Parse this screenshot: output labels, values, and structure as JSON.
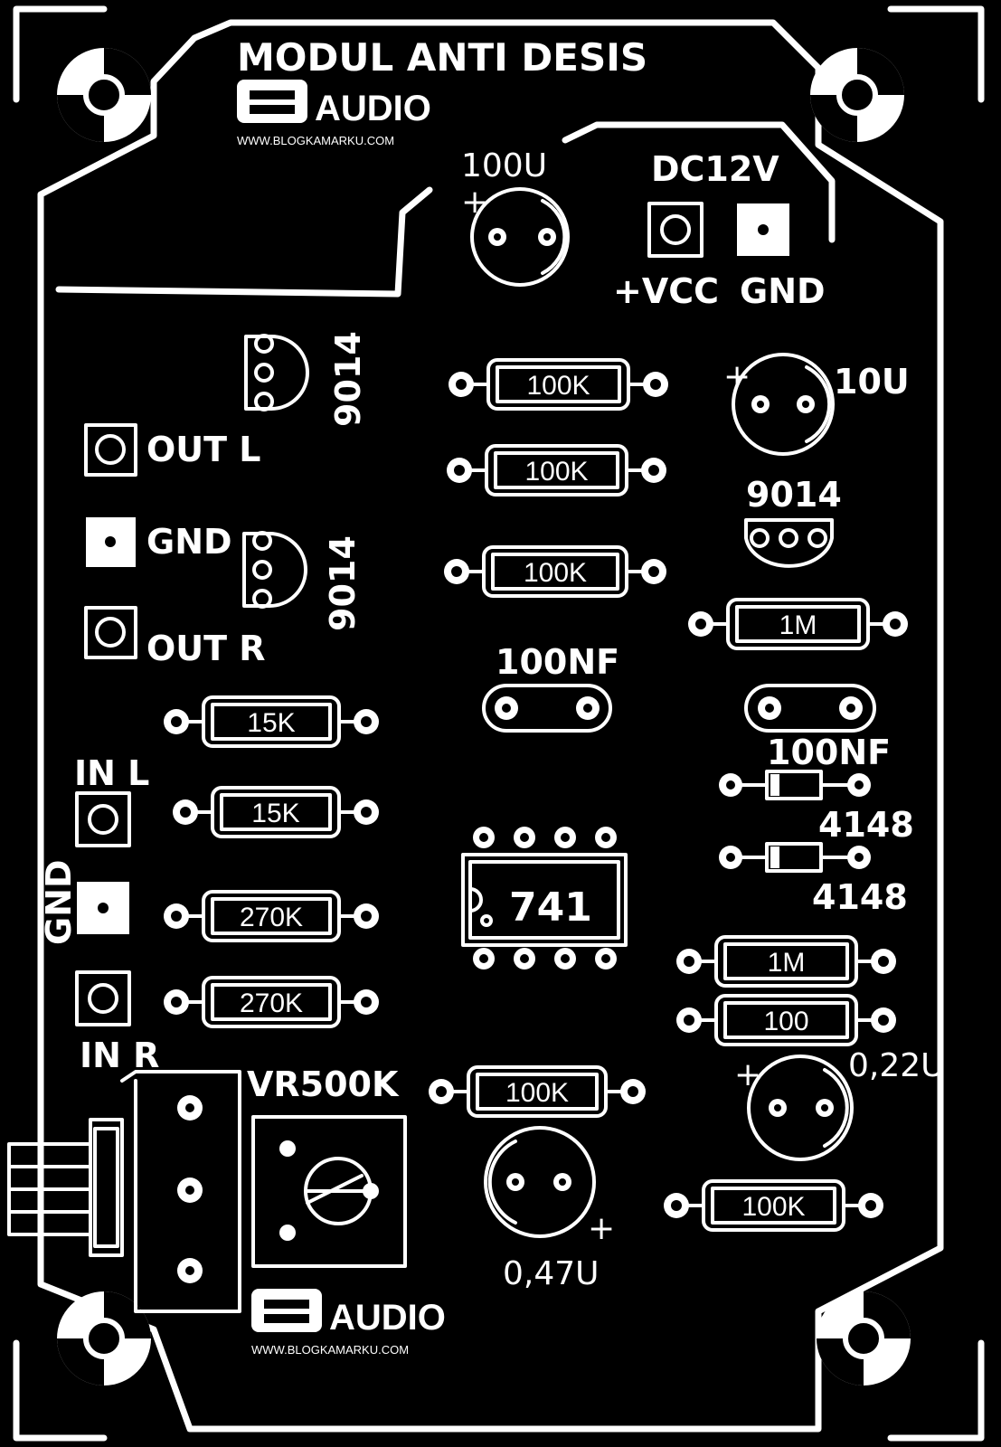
{
  "board": {
    "title": "MODUL ANTI DESIS",
    "brand_top": "AUDIO",
    "url_top": "WWW.BLOGKAMARKU.COM",
    "brand_bottom": "AUDIO",
    "url_bottom": "WWW.BLOGKAMARKU.COM"
  },
  "power": {
    "cap_label": "100U",
    "dc_label": "DC12V",
    "vcc_label": "+VCC",
    "gnd_label": "GND"
  },
  "outputs": {
    "out_l": "OUT L",
    "gnd": "GND",
    "out_r": "OUT R"
  },
  "inputs": {
    "in_l": "IN L",
    "gnd": "GND",
    "in_r": "IN R"
  },
  "transistors": {
    "t1": "9014",
    "t2": "9014",
    "t3": "9014"
  },
  "resistors": {
    "r_center_1": "100K",
    "r_center_2": "100K",
    "r_center_3": "100K",
    "r_left_1": "15K",
    "r_left_2": "15K",
    "r_left_3": "270K",
    "r_left_4": "270K",
    "r_bottom_center": "100K",
    "r_right_1": "1M",
    "r_right_2": "1M",
    "r_right_3": "100",
    "r_right_4": "100K"
  },
  "capacitors": {
    "c_10u": "10U",
    "c_100nf_center": "100NF",
    "c_100nf_right": "100NF",
    "c_022u": "0,22U",
    "c_047u": "0,47U",
    "plus": "+"
  },
  "diodes": {
    "d1": "4148",
    "d2": "4148"
  },
  "ic": {
    "label": "741"
  },
  "pot": {
    "label": "VR500K"
  }
}
